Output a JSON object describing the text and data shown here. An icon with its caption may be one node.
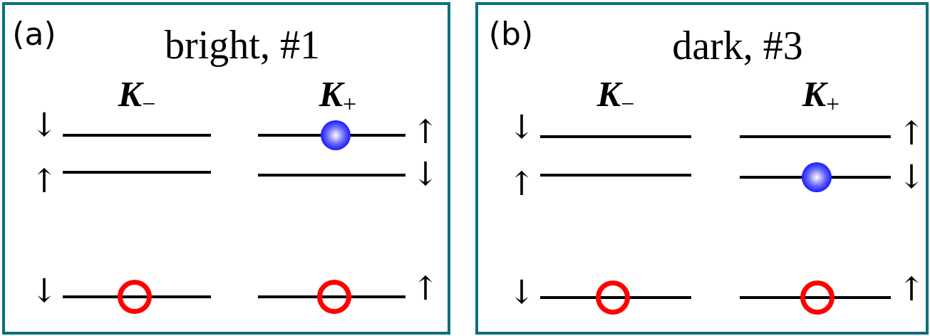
{
  "diagram": {
    "nodes": [
      {
        "text": [
          "(a)",
          "bright, #1"
        ]
      },
      {
        "text": [
          "(b)",
          "dark, #3"
        ]
      }
    ],
    "labels": [
      "**K**$_{−}$",
      "**K**$_{+}$",
      "↓",
      "↑",
      "↑",
      "↓",
      "↓",
      "↑",
      "**K**$_{−}$",
      "**K**$_{+}$",
      "↓",
      "↑",
      "↑",
      "↓",
      "↓",
      "↑"
    ]
  }
}
